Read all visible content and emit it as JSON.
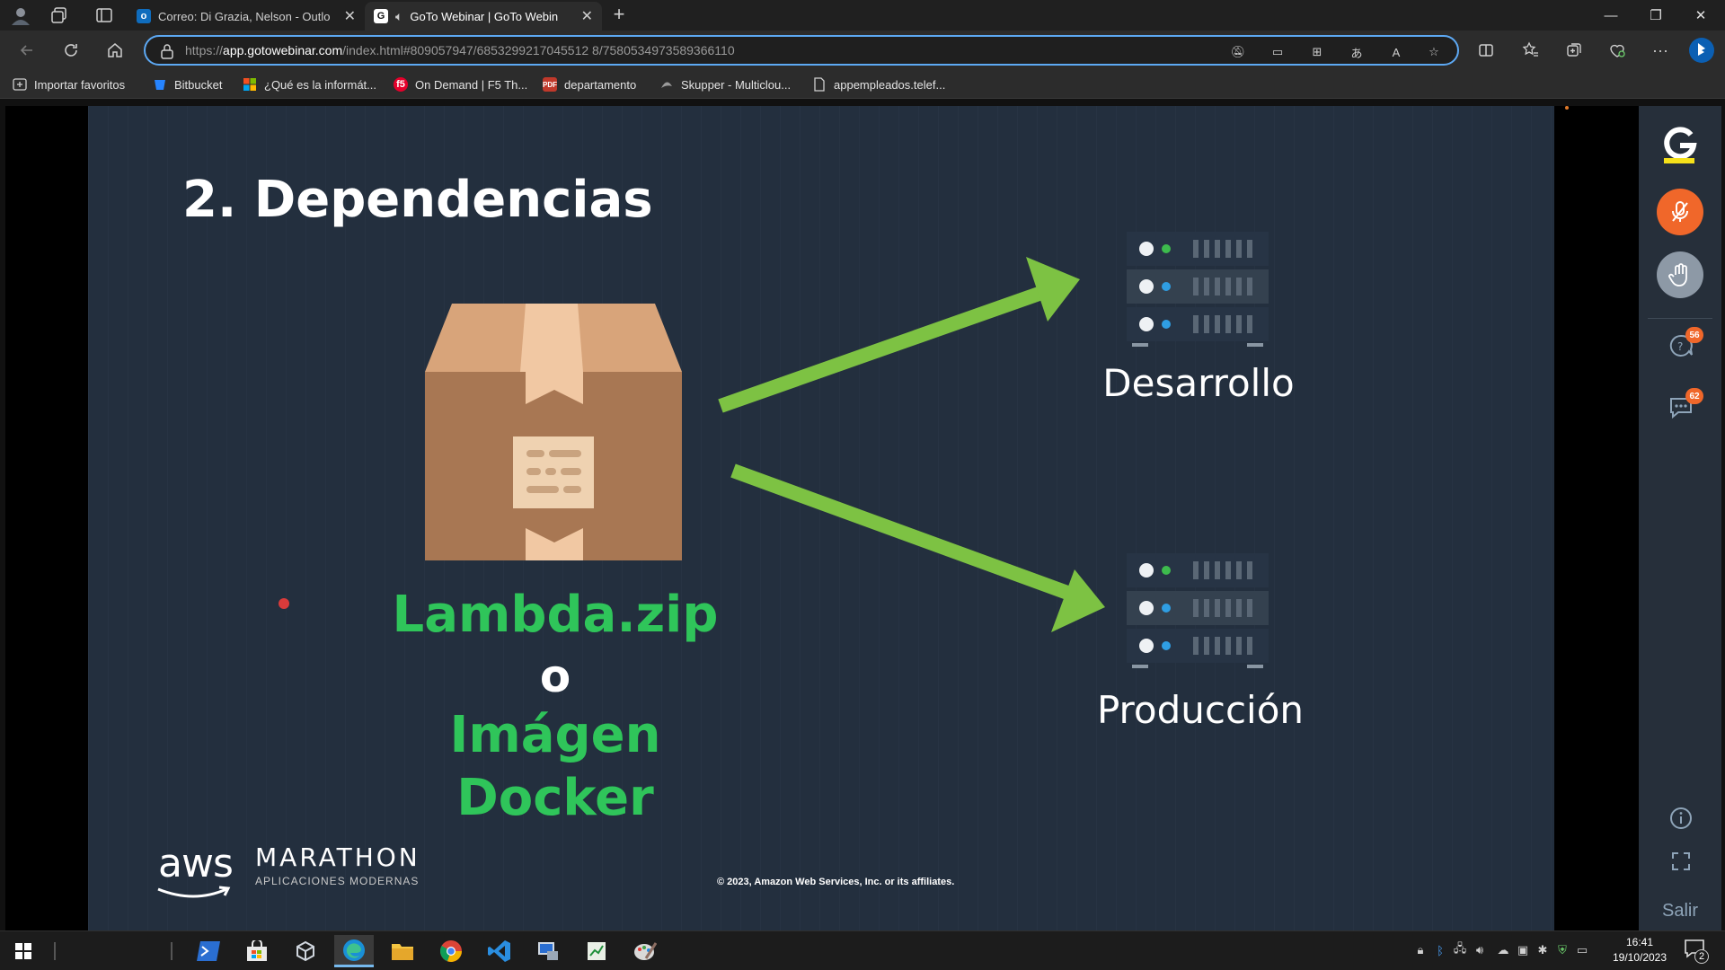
{
  "browser": {
    "tabs": [
      {
        "title": "Correo: Di Grazia, Nelson - Outlo",
        "favicon": "outlook-icon",
        "active": false
      },
      {
        "title": "GoTo Webinar | GoTo Webin",
        "favicon": "goto-icon",
        "active": true
      }
    ],
    "url": {
      "prefix": "https://",
      "host": "app.gotowebinar.com",
      "rest": "/index.html#809057947/6853299217045512 8/7580534973589366110"
    },
    "favorites": [
      {
        "label": "Importar favoritos"
      },
      {
        "label": "Bitbucket"
      },
      {
        "label": "¿Qué es la informát..."
      },
      {
        "label": "On Demand | F5 Th..."
      },
      {
        "label": "departamento"
      },
      {
        "label": "Skupper - Multiclou..."
      },
      {
        "label": "appempleados.telef..."
      }
    ]
  },
  "slide": {
    "title": "2. Dependencias",
    "package_name": "Lambda.zip",
    "connector": "o",
    "alternative_line1": "Imágen",
    "alternative_line2": "Docker",
    "target_dev": "Desarrollo",
    "target_prod": "Producción",
    "brand": "aws",
    "event_name": "MARATHON",
    "event_subtitle": "APLICACIONES MODERNAS",
    "copyright": "© 2023, Amazon Web Services, Inc. or its affiliates.",
    "colors": {
      "background": "#232f3e",
      "accent_green": "#2fc55a",
      "arrow_green": "#7dc243"
    }
  },
  "goto_panel": {
    "questions_badge": "56",
    "chat_badge": "62",
    "exit_label": "Salir",
    "colors": {
      "mic_button": "#f0672a",
      "badge": "#f0672a"
    }
  },
  "taskbar": {
    "time": "16:41",
    "date": "19/10/2023",
    "notifications": "2"
  }
}
